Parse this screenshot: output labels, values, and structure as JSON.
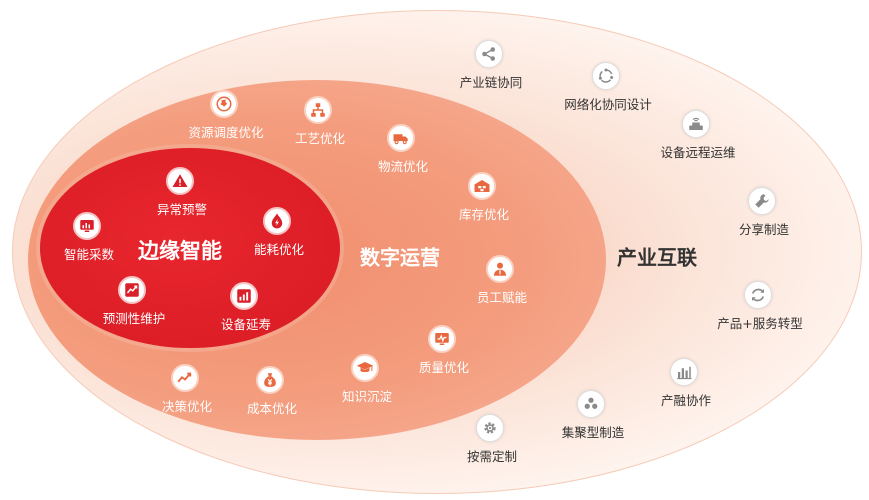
{
  "rings": {
    "inner": {
      "title": "边缘智能",
      "color": "#dd1e26"
    },
    "middle": {
      "title": "数字运营",
      "color": "#f49d7e"
    },
    "outer": {
      "title": "产业互联",
      "color": "#fbe2d6"
    }
  },
  "inner_nodes": [
    {
      "label": "异常预警",
      "icon": "warning-icon"
    },
    {
      "label": "智能采数",
      "icon": "monitor-chart-icon"
    },
    {
      "label": "能耗优化",
      "icon": "flame-icon"
    },
    {
      "label": "预测性维护",
      "icon": "trend-chart-icon"
    },
    {
      "label": "设备延寿",
      "icon": "growth-chart-icon"
    }
  ],
  "middle_nodes": [
    {
      "label": "资源调度优化",
      "icon": "globe-icon"
    },
    {
      "label": "工艺优化",
      "icon": "org-chart-icon"
    },
    {
      "label": "物流优化",
      "icon": "truck-icon"
    },
    {
      "label": "库存优化",
      "icon": "warehouse-icon"
    },
    {
      "label": "员工赋能",
      "icon": "person-icon"
    },
    {
      "label": "质量优化",
      "icon": "quality-monitor-icon"
    },
    {
      "label": "知识沉淀",
      "icon": "graduation-cap-icon"
    },
    {
      "label": "成本优化",
      "icon": "money-bag-icon"
    },
    {
      "label": "决策优化",
      "icon": "decision-chart-icon"
    }
  ],
  "outer_nodes": [
    {
      "label": "产业链协同",
      "icon": "share-network-icon"
    },
    {
      "label": "网络化协同设计",
      "icon": "cycle-arrows-icon"
    },
    {
      "label": "设备远程运维",
      "icon": "remote-device-icon"
    },
    {
      "label": "分享制造",
      "icon": "wrench-icon"
    },
    {
      "label": "产品+服务转型",
      "icon": "refresh-icon"
    },
    {
      "label": "产融协作",
      "icon": "bar-chart-icon"
    },
    {
      "label": "集聚型制造",
      "icon": "cluster-icon"
    },
    {
      "label": "按需定制",
      "icon": "gear-icon"
    }
  ]
}
